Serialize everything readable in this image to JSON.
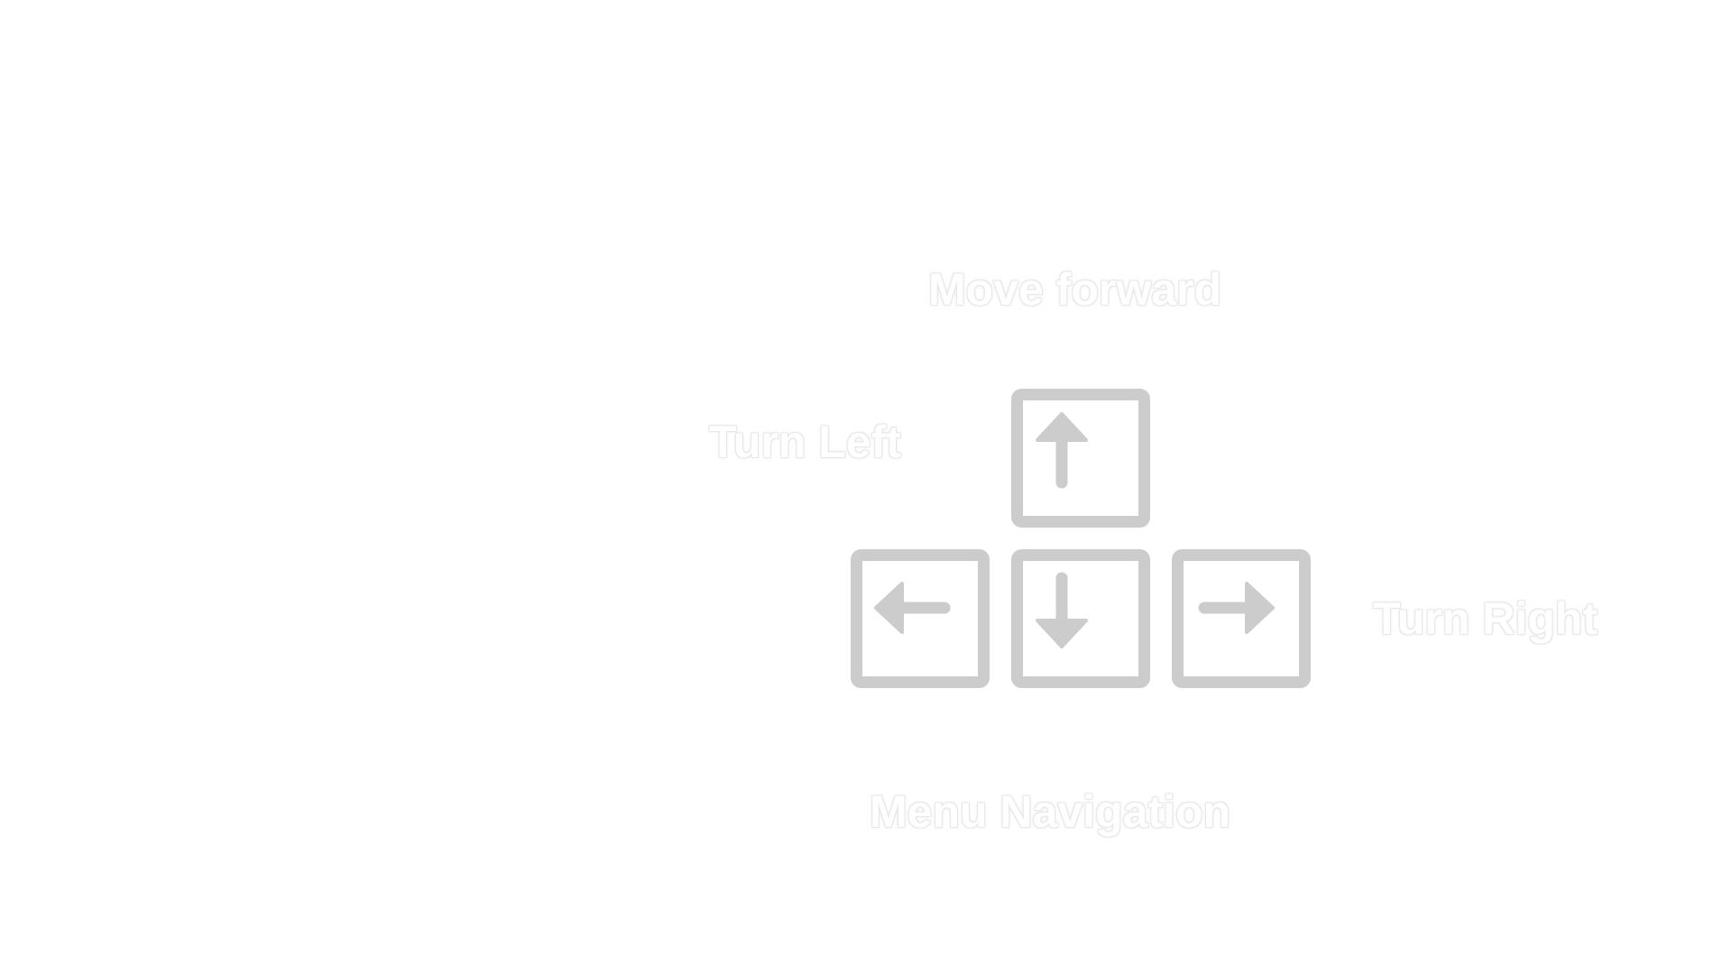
{
  "controls": {
    "forward_label": "Move forward",
    "left_label": "Turn Left",
    "right_label": "Turn Right",
    "menu_label": "Menu Navigation"
  },
  "keys": {
    "up_icon": "arrow-up-icon",
    "left_icon": "arrow-left-icon",
    "down_icon": "arrow-down-icon",
    "right_icon": "arrow-right-icon",
    "key_color": "#cccccc"
  },
  "colors": {
    "background": "#ffffff",
    "label_text": "#ffffff",
    "label_outline": "#e8e8e8"
  }
}
